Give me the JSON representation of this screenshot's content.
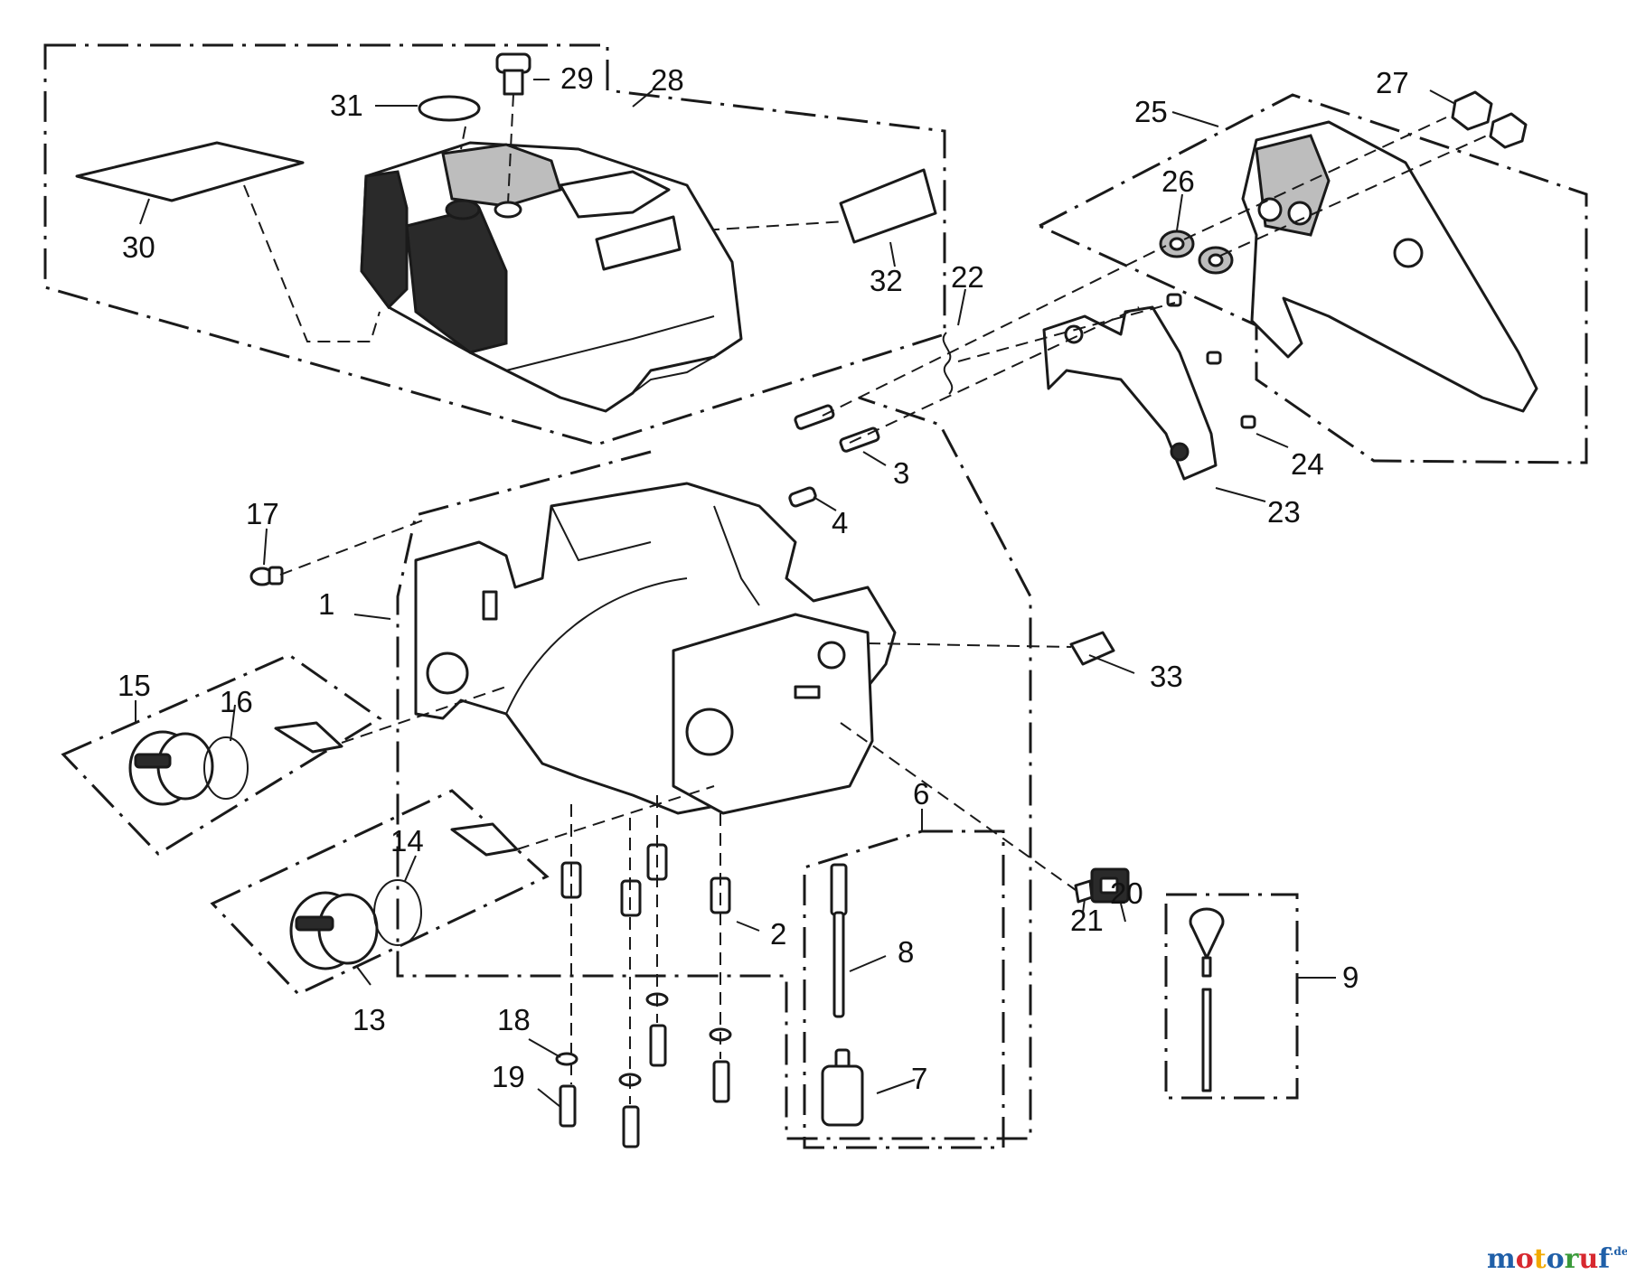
{
  "brand": {
    "letters": [
      "m",
      "o",
      "t",
      "o",
      "r",
      "u",
      "f"
    ],
    "letter_colors": [
      "#1f5fa8",
      "#d7282f",
      "#f2a900",
      "#1f5fa8",
      "#3a9a3a",
      "#d7282f",
      "#1f5fa8"
    ],
    "suffix": ".de"
  },
  "callouts": [
    "1",
    "2",
    "3",
    "4",
    "6",
    "7",
    "8",
    "9",
    "13",
    "14",
    "15",
    "16",
    "17",
    "18",
    "19",
    "20",
    "21",
    "22",
    "23",
    "24",
    "25",
    "26",
    "27",
    "28",
    "29",
    "30",
    "31",
    "32",
    "33"
  ]
}
